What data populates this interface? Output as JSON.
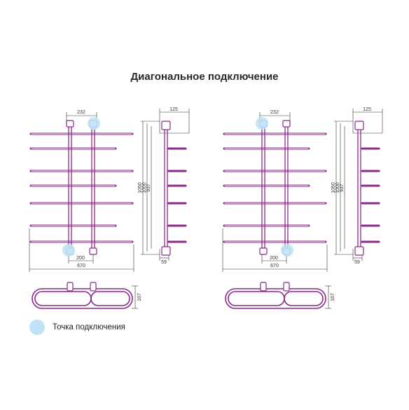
{
  "title": "Диагональное подключение",
  "legend": {
    "label": "Точка подключения",
    "dot_color": "#bfe3f5"
  },
  "colors": {
    "pipe": "#8b2a8b",
    "line": "#333333",
    "marker": "#bfe3f5"
  },
  "dimensions": {
    "top_width": "232",
    "depth_top": "125",
    "height_1050": "1050",
    "height_1000": "1000",
    "height_937": "937",
    "bottom_inner": "200",
    "bottom_total": "670",
    "bottom_offset": "59",
    "plan_depth": "167"
  }
}
